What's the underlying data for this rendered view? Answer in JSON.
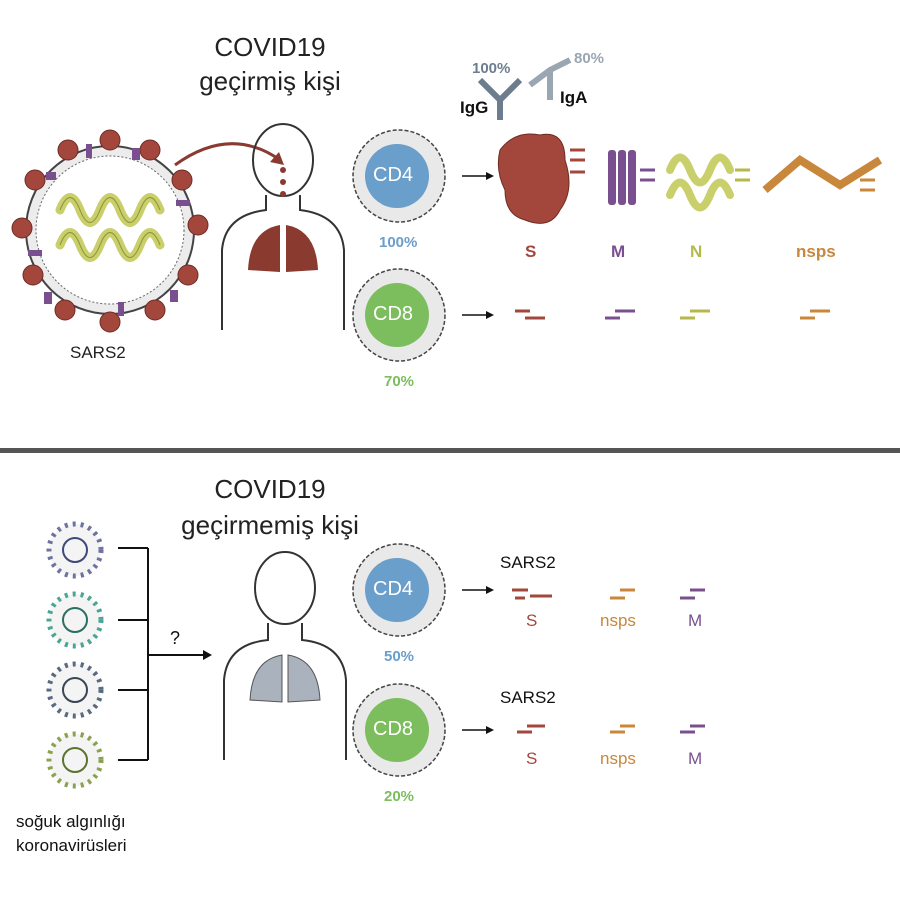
{
  "top": {
    "title_line1": "COVID19",
    "title_line2": "geçirmiş kişi",
    "virus_label": "SARS2",
    "antibodies": {
      "igg_label": "IgG",
      "igg_percent": "100%",
      "iga_label": "IgA",
      "iga_percent": "80%"
    },
    "cd4": {
      "label": "CD4",
      "percent": "100%"
    },
    "cd8": {
      "label": "CD8",
      "percent": "70%"
    },
    "proteins": [
      "S",
      "M",
      "N",
      "nsps"
    ]
  },
  "bottom": {
    "title_line1": "COVID19",
    "title_line2": "geçirmemiş kişi",
    "question_mark": "?",
    "source_label_line1": "soğuk algınlığı",
    "source_label_line2": "koronavirüsleri",
    "cd4": {
      "label": "CD4",
      "percent": "50%",
      "virus": "SARS2",
      "proteins": [
        "S",
        "nsps",
        "M"
      ]
    },
    "cd8": {
      "label": "CD8",
      "percent": "20%",
      "virus": "SARS2",
      "proteins": [
        "S",
        "nsps",
        "M"
      ]
    }
  },
  "colors": {
    "cd4": "#6a9ecb",
    "cd8": "#7cbd5e",
    "spike": "#a3473c",
    "membrane": "#7a4f8f",
    "nucleocapsid": "#b5b94a",
    "nsps": "#c8873a",
    "antibody_igg": "#6d7d8e",
    "antibody_iga": "#9aa6b2",
    "divider": "#555555"
  }
}
